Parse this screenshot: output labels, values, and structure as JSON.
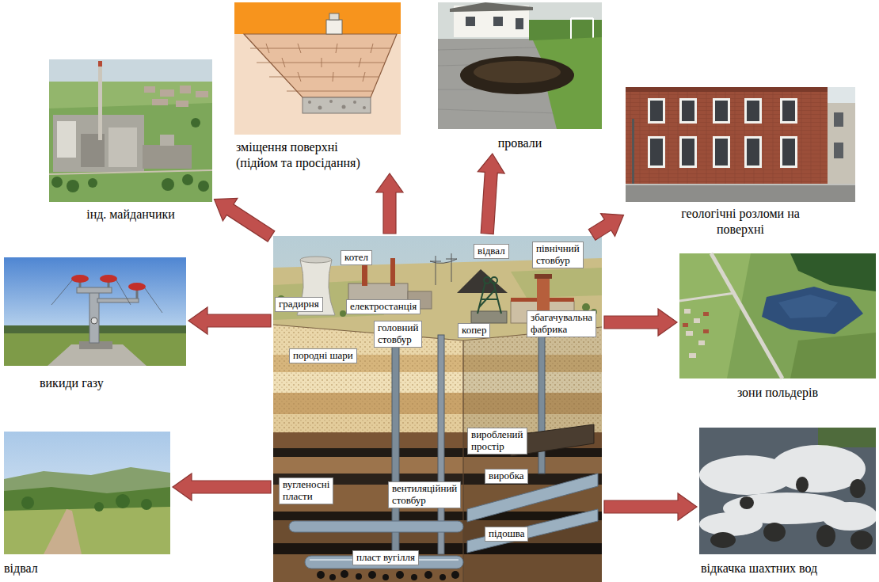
{
  "diagram": {
    "nodes": [
      {
        "text": [
          "зміщення поверхні (підйом та просідання)"
        ]
      },
      {
        "text": [
          "провали"
        ]
      },
      {
        "text": [
          "інд. майданчики"
        ]
      },
      {
        "text": [
          "геологічні розломи на поверхні"
        ]
      },
      {
        "text": [
          "викиди газу"
        ]
      },
      {},
      {
        "text": [
          "котел"
        ],
        "in": 5
      },
      {
        "text": [
          "відвал"
        ],
        "in": 5
      },
      {
        "text": [
          "північний стовбур"
        ],
        "in": 5
      },
      {
        "text": [
          "градирня"
        ],
        "in": 5
      },
      {
        "text": [
          "електростанція"
        ],
        "in": 5
      },
      {
        "text": [
          "головний стовбур"
        ],
        "in": 5
      },
      {
        "text": [
          "копер"
        ],
        "in": 5
      },
      {
        "text": [
          "збагачувальна фабрика"
        ],
        "in": 5
      },
      {
        "text": [
          "породні шари"
        ],
        "in": 5
      },
      {
        "text": [
          "вироблений простір"
        ],
        "in": 5
      },
      {
        "text": [
          "виробка"
        ],
        "in": 5
      },
      {
        "text": [
          "вугленосні пласти"
        ],
        "in": 5
      },
      {
        "text": [
          "вентиляційний стовбур"
        ],
        "in": 5
      },
      {
        "text": [
          "підошва"
        ],
        "in": 5
      },
      {
        "text": [
          "пласт вугілля"
        ],
        "in": 5
      },
      {
        "text": [
          "зони польдерів"
        ]
      },
      {
        "text": [
          "відвал"
        ]
      },
      {
        "text": [
          "відкачка шахтних вод"
        ]
      }
    ],
    "edges": [
      {
        "from": 5,
        "to": 2,
        "arrow": "to"
      },
      {
        "from": 5,
        "to": 0,
        "arrow": "to"
      },
      {
        "from": 5,
        "to": 1,
        "arrow": "to"
      },
      {
        "from": 5,
        "to": 3,
        "arrow": "to"
      },
      {
        "from": 5,
        "to": 4,
        "arrow": "to"
      },
      {
        "from": 5,
        "to": 21,
        "arrow": "to"
      },
      {
        "from": 5,
        "to": 22,
        "arrow": "to"
      },
      {
        "from": 5,
        "to": 23,
        "arrow": "to"
      }
    ]
  }
}
